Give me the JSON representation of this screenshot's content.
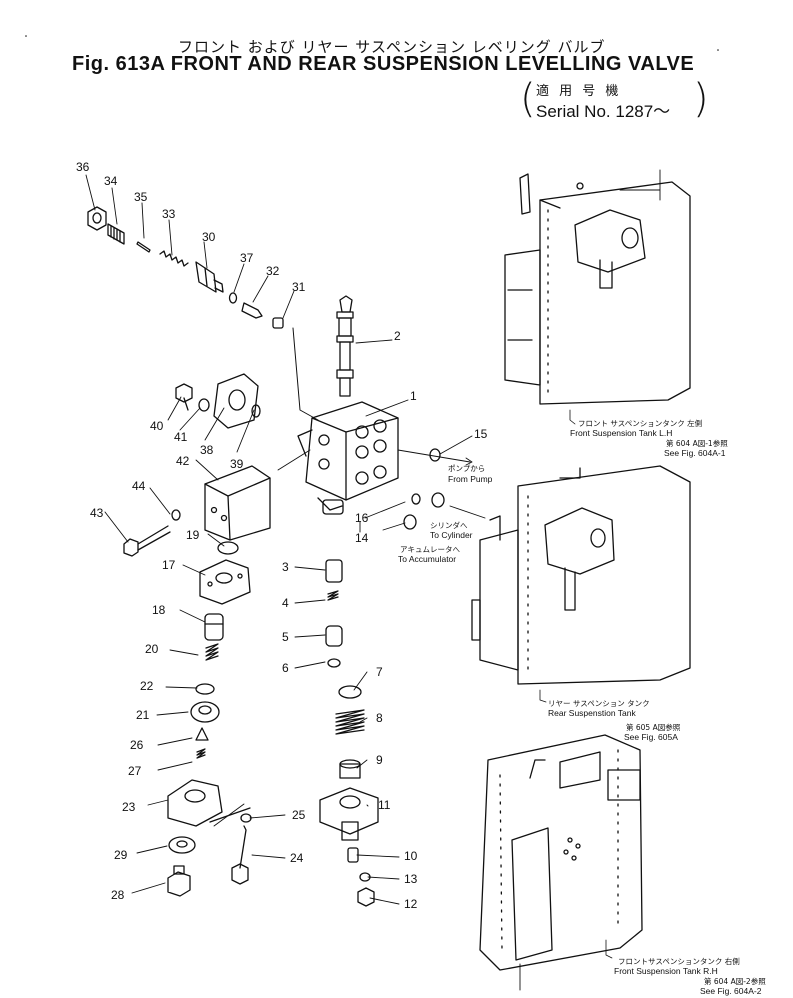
{
  "title_jp": "フロント および リヤー サスペンション レベリング バルブ",
  "title_en": "Fig. 613A   FRONT AND REAR SUSPENSION LEVELLING VALVE",
  "serial_jp": "適 用 号 機",
  "serial_en": "Serial No. 1287～",
  "part_numbers": [
    "36",
    "34",
    "35",
    "33",
    "30",
    "37",
    "32",
    "31",
    "2",
    "1",
    "15",
    "40",
    "41",
    "38",
    "39",
    "42",
    "16",
    "14",
    "44",
    "43",
    "19",
    "17",
    "3",
    "4",
    "5",
    "6",
    "7",
    "18",
    "20",
    "22",
    "21",
    "26",
    "27",
    "8",
    "9",
    "23",
    "25",
    "11",
    "29",
    "24",
    "10",
    "13",
    "28",
    "12"
  ],
  "callouts": {
    "from_pump_jp": "ポンプから",
    "from_pump": "From Pump",
    "to_cylinder_jp": "シリンダへ",
    "to_cylinder": "To Cylinder",
    "to_accumulator_jp": "アキュムレータへ",
    "to_accumulator": "To Accumulator"
  },
  "tanks": {
    "front_lh_jp": "フロント サスペンションタンク 左側",
    "front_lh": "Front Suspension Tank L.H",
    "front_lh_ref_jp": "第 604 A図-1参照",
    "front_lh_ref": "See Fig. 604A-1",
    "rear_jp": "リヤー サスペンション タンク",
    "rear": "Rear Suspenstion Tank",
    "rear_ref_jp": "第 605 A図参照",
    "rear_ref": "See Fig. 605A",
    "front_rh_jp": "フロントサスペンションタンク 右側",
    "front_rh": "Front Suspension Tank R.H",
    "front_rh_ref_jp": "第 604 A図-2参照",
    "front_rh_ref": "See Fig. 604A-2"
  }
}
